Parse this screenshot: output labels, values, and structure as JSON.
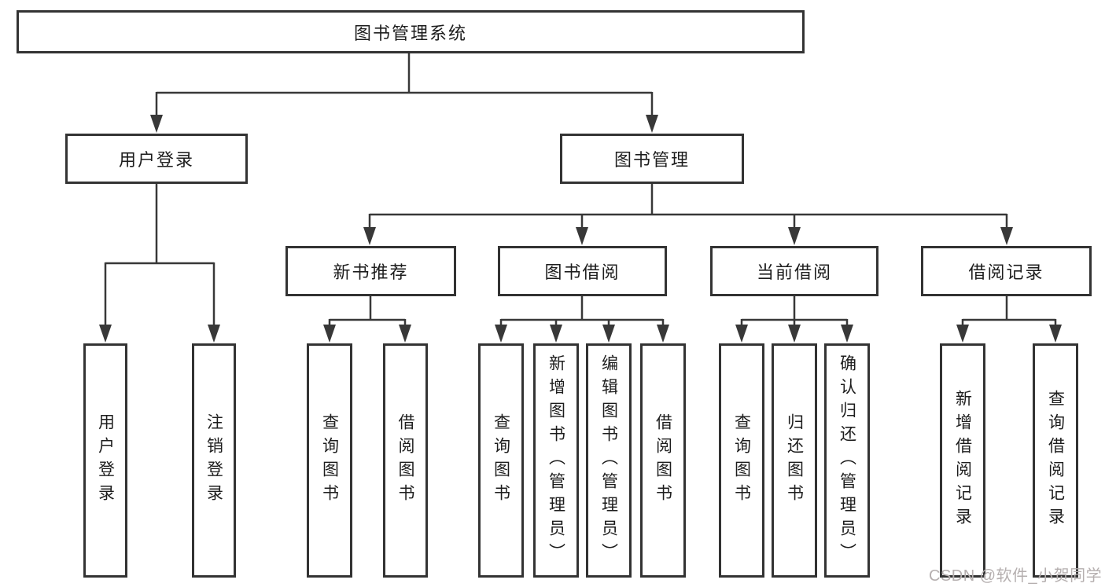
{
  "tree": {
    "root": "图书管理系统",
    "branches": [
      {
        "label": "用户登录",
        "children": [
          "用户登录",
          "注销登录"
        ]
      },
      {
        "label": "图书管理",
        "children": [
          {
            "label": "新书推荐",
            "children": [
              "查询图书",
              "借阅图书"
            ]
          },
          {
            "label": "图书借阅",
            "children": [
              "查询图书",
              "新增图书（管理员）",
              "编辑图书（管理员）",
              "借阅图书"
            ]
          },
          {
            "label": "当前借阅",
            "children": [
              "查询图书",
              "归还图书",
              "确认归还（管理员）"
            ]
          },
          {
            "label": "借阅记录",
            "children": [
              "新增借阅记录",
              "查询借阅记录"
            ]
          }
        ]
      }
    ]
  },
  "watermark": {
    "text": "CSDN @软件_小贺同学"
  },
  "colors": {
    "line": "#383838",
    "border": "#333333",
    "text": "#1d1d1d",
    "watermark": "#b5afaf"
  }
}
